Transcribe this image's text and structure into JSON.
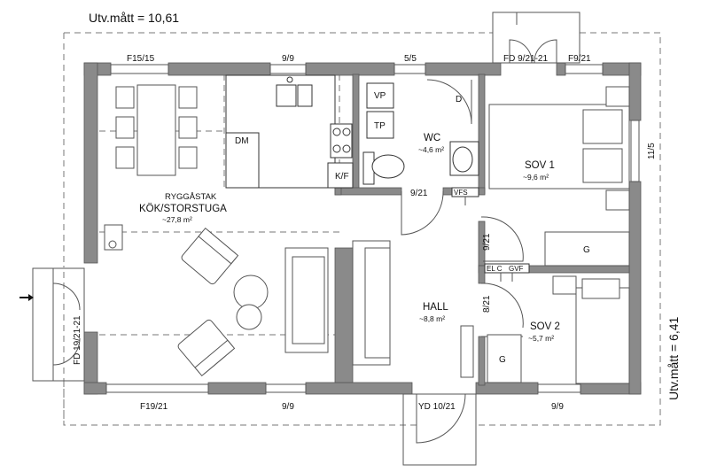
{
  "dimensions": {
    "width": "Utv.mått = 10,61",
    "height": "Utv.mått = 6,41"
  },
  "rooms": {
    "kitchen": {
      "roof": "RYGGÅSTAK",
      "name": "KÖK/STORSTUGA",
      "area": "~27,8 m²"
    },
    "wc": {
      "name": "WC",
      "area": "~4,6 m²"
    },
    "sov1": {
      "name": "SOV 1",
      "area": "~9,6 m²"
    },
    "hall": {
      "name": "HALL",
      "area": "~8,8 m²"
    },
    "sov2": {
      "name": "SOV 2",
      "area": "~5,7 m²"
    }
  },
  "windows": {
    "top_kitchen": "F15/15",
    "top_kitchen2": "9/9",
    "top_wc": "5/5",
    "top_door_sov1": "FD 9/21-21",
    "top_sov1": "F9/21",
    "right_sov1": "11/5",
    "bottom_kitchen": "F19/21",
    "bottom_kitchen2": "9/9",
    "bottom_door": "YD 10/21",
    "bottom_sov2": "9/9",
    "left_door": "FD 19/21-21"
  },
  "doors": {
    "wc": "9/21",
    "sov1": "9/21",
    "sov2": "8/21"
  },
  "fixtures": {
    "vp": "VP",
    "tp": "TP",
    "dm": "DM",
    "kf": "K/F",
    "d": "D",
    "vfs": "VFS",
    "elc": "EL C",
    "gvf": "GVF",
    "g1": "G",
    "g2": "G"
  }
}
